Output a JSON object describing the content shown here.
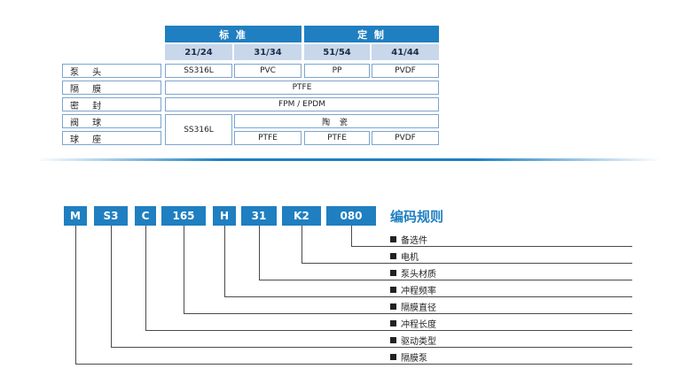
{
  "spec_table": {
    "group_headers": {
      "standard": "标 准",
      "custom": "定 制"
    },
    "model_headers": [
      "21/24",
      "31/34",
      "51/54",
      "41/44"
    ],
    "rows": [
      {
        "label": "泵 头",
        "cells": [
          "SS316L",
          "PVC",
          "PP",
          "PVDF"
        ]
      },
      {
        "label": "隔 膜",
        "span": "PTFE"
      },
      {
        "label": "密 封",
        "span": "FPM / EPDM"
      },
      {
        "label": "阀 球",
        "left_merged": "SS316L",
        "right_span": "陶 瓷"
      },
      {
        "label": "球 座",
        "cells": [
          "PTFE",
          "PTFE",
          "PVDF"
        ]
      }
    ]
  },
  "code_rule": {
    "title": "编码规则",
    "segments": [
      "M",
      "S3",
      "C",
      "165",
      "H",
      "31",
      "K2",
      "080"
    ],
    "legend": [
      "备选件",
      "电机",
      "泵头材质",
      "冲程频率",
      "隔膜直径",
      "冲程长度",
      "驱动类型",
      "隔膜泵"
    ]
  },
  "colors": {
    "accent": "#1f7fc0",
    "subheader": "#c8d7ea",
    "cell_border": "#7ca5cf"
  }
}
